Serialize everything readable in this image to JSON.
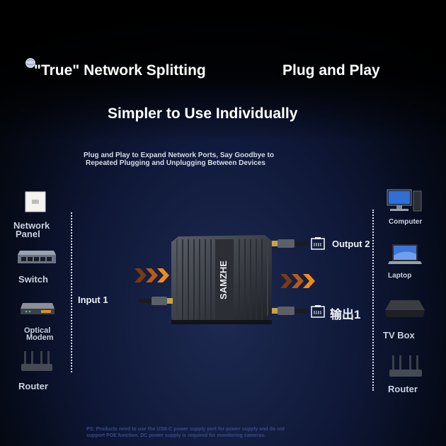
{
  "headline": {
    "true_splitting": "\"True\" Network Splitting",
    "plug_and_play": "Plug and Play",
    "simpler": "Simpler to Use Individually"
  },
  "subtitle": {
    "line1": "Plug and Play to Expand Network Ports, Say Goodbye to",
    "line2": "Repeated Plugging and Unplugging Between Devices"
  },
  "left_devices": [
    "Network Panel",
    "Switch",
    "Optical Modem",
    "Router"
  ],
  "left_labels": {
    "network_panel_1": "Network",
    "network_panel_2": "Panel",
    "switch": "Switch",
    "optical_1": "Optical",
    "optical_2": "Modem",
    "router": "Router"
  },
  "input_label": "Input 1",
  "splitter": {
    "brand": "SAMZHE"
  },
  "outputs": {
    "output2": "Output 2",
    "output1": "输出1"
  },
  "right_labels": {
    "computer": "Computer",
    "laptop": "Laptop",
    "tv_box": "TV Box",
    "router": "Router"
  },
  "footnote": {
    "line1": "PS: Products need to use the USB-C power supply port for power supply and do not",
    "line2": "support POE function. DC power supply is required for monitoring cameras."
  },
  "colors": {
    "arrow_orange": "#f08a1c",
    "label_grey": "#c9d0de",
    "accent_blue": "#2f6fd6"
  }
}
